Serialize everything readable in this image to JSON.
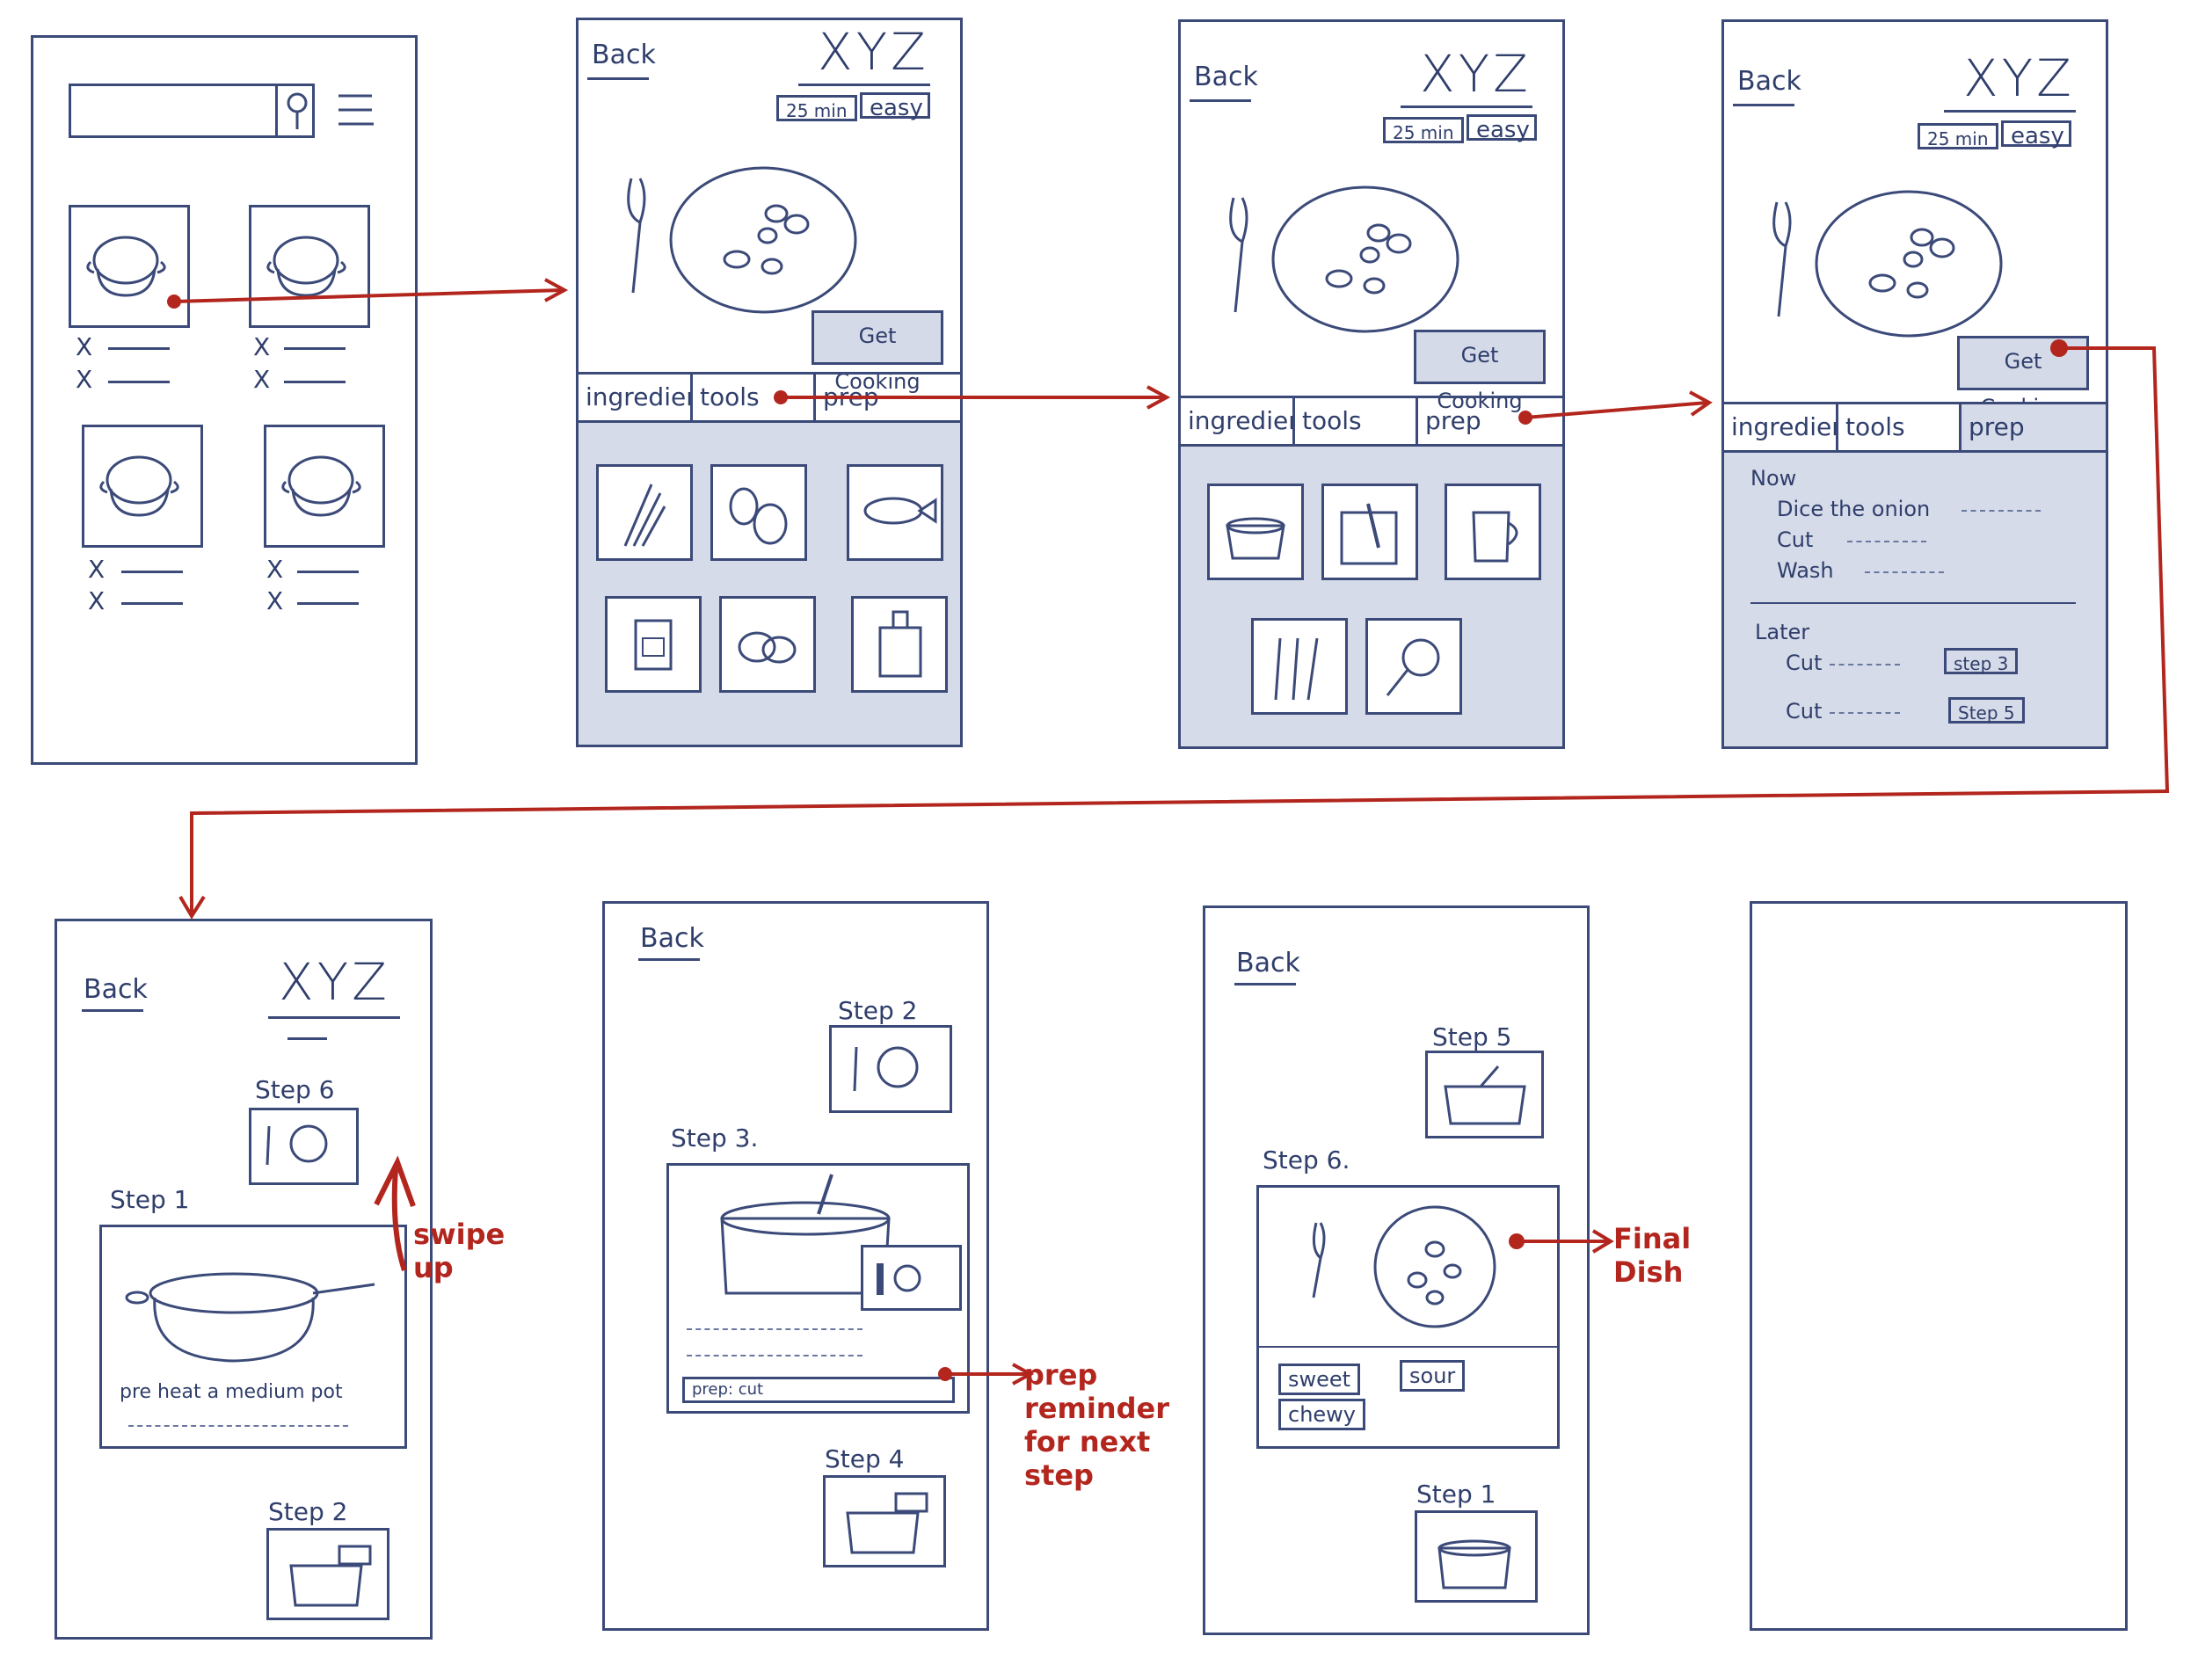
{
  "screens": {
    "home": {
      "search_placeholder": "",
      "list_marker": "X"
    },
    "detail": {
      "back": "Back",
      "title": "XYZ",
      "time_chip": "25 min",
      "difficulty_chip": "easy",
      "cta": "Get Cooking",
      "tabs": [
        "ingredients",
        "tools",
        "prep"
      ]
    },
    "prep_tab": {
      "now_heading": "Now",
      "now_items": [
        "Dice the onion",
        "Cut",
        "Wash"
      ],
      "later_heading": "Later",
      "later_items": [
        {
          "text": "Cut",
          "tag": "step 3"
        },
        {
          "text": "Cut",
          "tag": "Step 5"
        }
      ]
    },
    "steps": {
      "s1": {
        "prev": "Step 6",
        "current": "Step 1",
        "next": "Step 2",
        "instruction": "pre heat a medium pot"
      },
      "s3": {
        "prev": "Step 2",
        "current": "Step 3.",
        "next": "Step 4",
        "reminder": "prep: cut"
      },
      "s6": {
        "prev": "Step 5",
        "current": "Step 6.",
        "next": "Step 1",
        "tags": [
          "sweet",
          "sour",
          "chewy"
        ]
      }
    }
  },
  "annotations": {
    "swipe_up": "swipe up",
    "prep_reminder": "prep reminder for next step",
    "final_dish": "Final Dish"
  },
  "colors": {
    "ink": "#3b4a78",
    "shade": "#d5dbe8",
    "annotation": "#b3261e"
  }
}
